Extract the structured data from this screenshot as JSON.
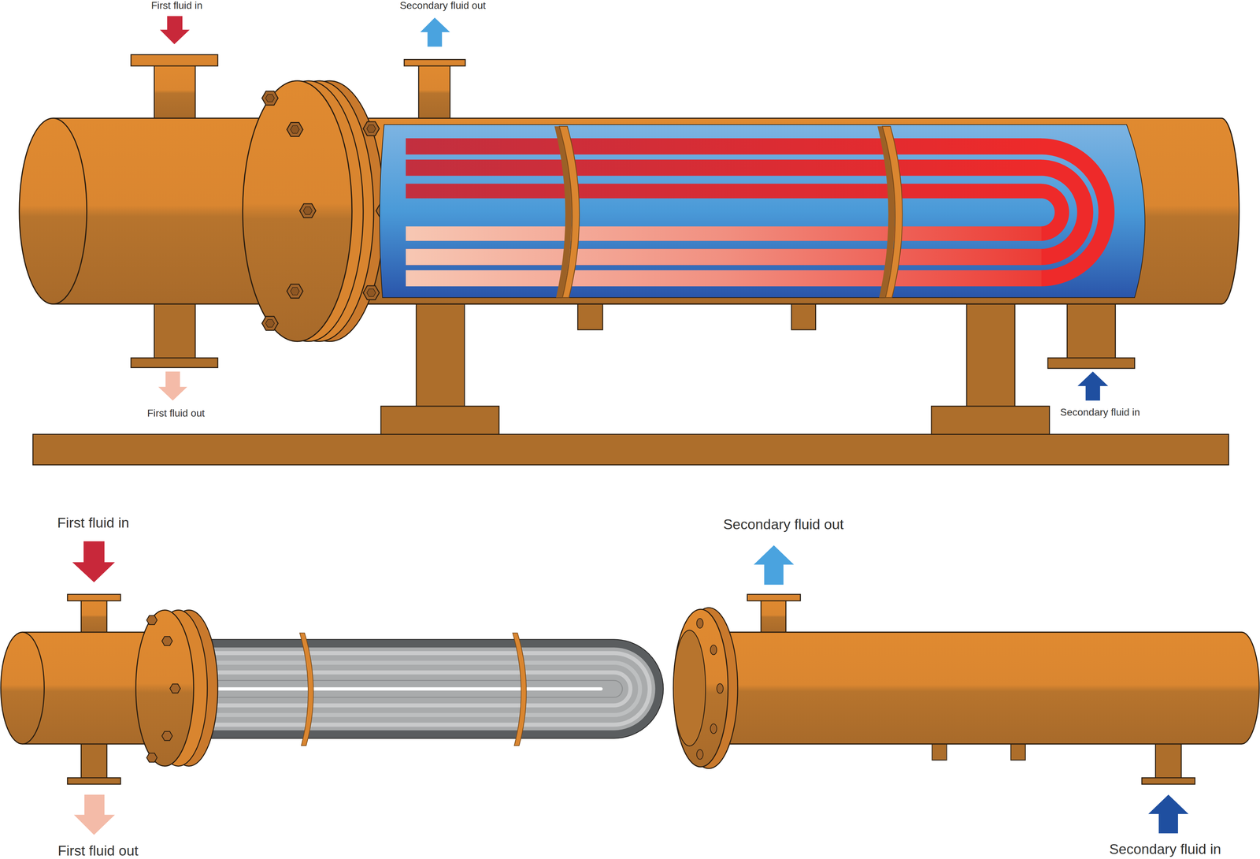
{
  "diagram": {
    "labels": [
      "First fluid in",
      "Secondary fluid out",
      "First fluid out",
      "Secondary fluid in",
      "First fluid in",
      "Secondary fluid out",
      "First fluid out",
      "Secondary fluid in"
    ]
  }
}
